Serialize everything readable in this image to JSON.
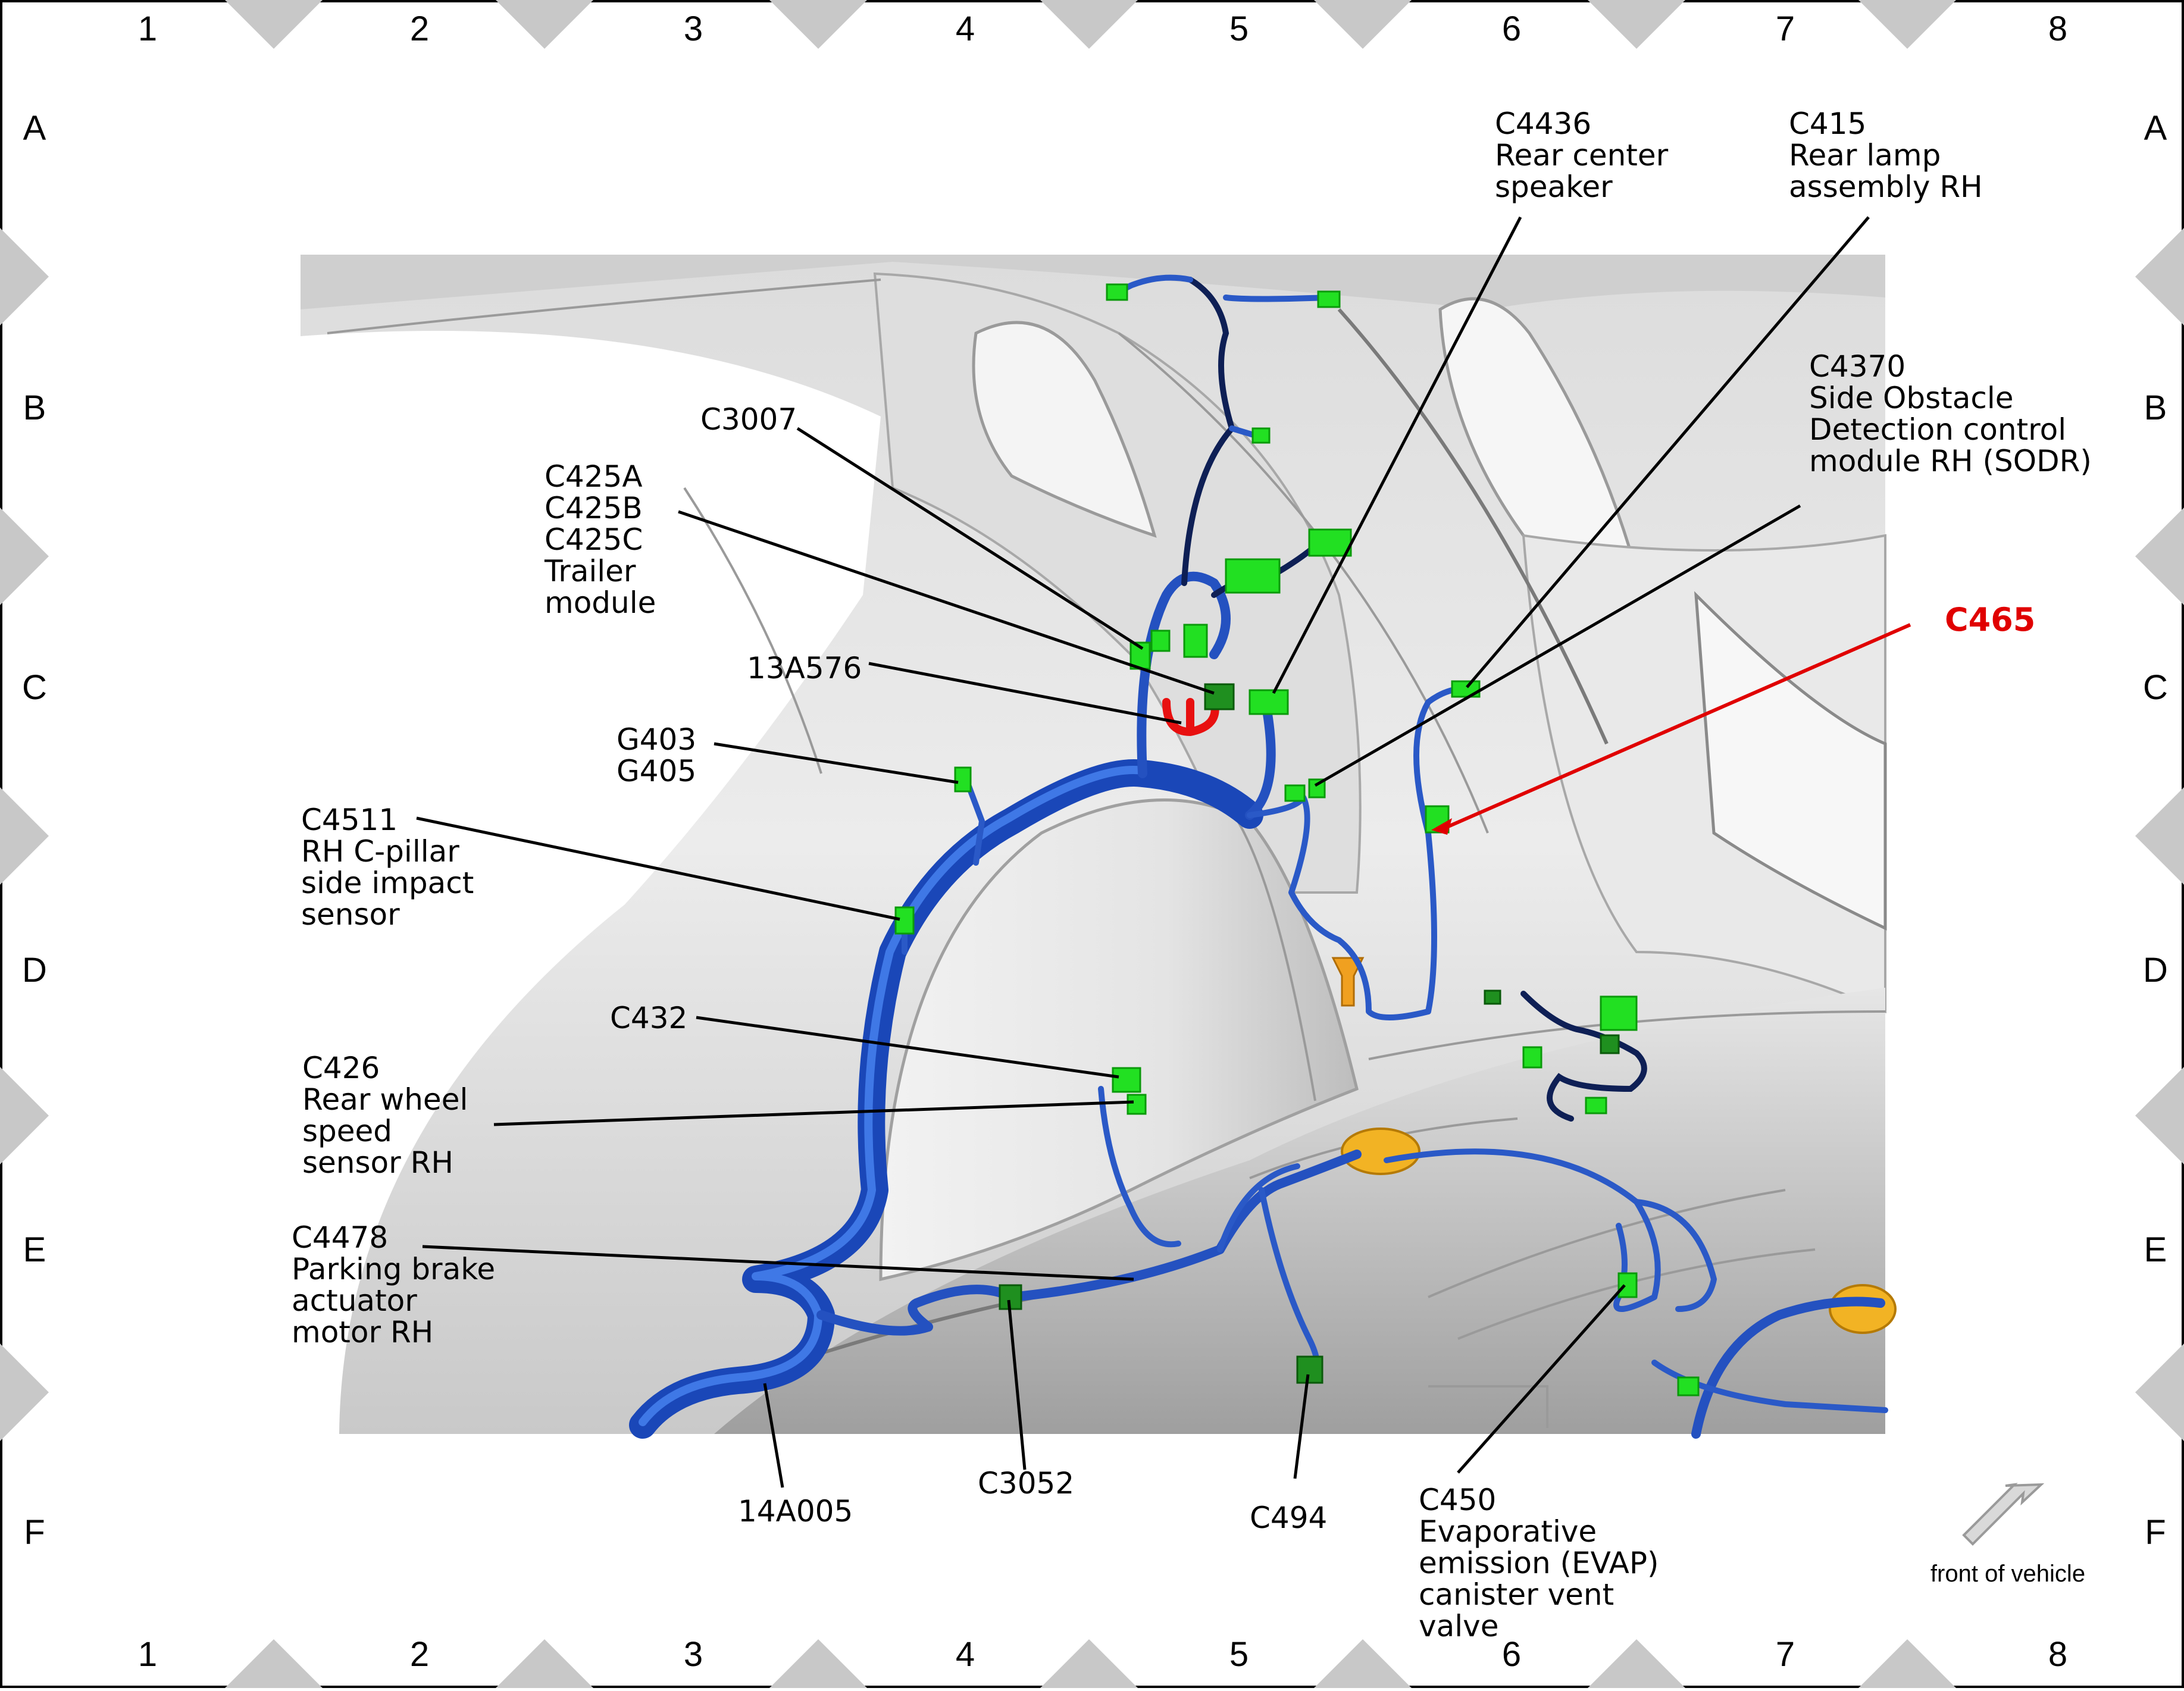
{
  "grid": {
    "columns": [
      "1",
      "2",
      "3",
      "4",
      "5",
      "6",
      "7",
      "8"
    ],
    "rows": [
      "A",
      "B",
      "C",
      "D",
      "E",
      "F"
    ]
  },
  "callouts": {
    "c4436": [
      "C4436",
      "Rear center",
      "speaker"
    ],
    "c415": [
      "C415",
      "Rear lamp",
      "assembly RH"
    ],
    "c4370": [
      "C4370",
      "Side Obstacle",
      "Detection control",
      "module RH (SODR)"
    ],
    "c3007": [
      "C3007"
    ],
    "c425": [
      "C425A",
      "C425B",
      "C425C",
      "Trailer",
      "module"
    ],
    "c13a576": [
      "13A576"
    ],
    "g403": [
      "G403",
      "G405"
    ],
    "c4511": [
      "C4511",
      "RH C-pillar",
      "side impact",
      "sensor"
    ],
    "c432": [
      "C432"
    ],
    "c426": [
      "C426",
      "Rear wheel",
      "speed",
      "sensor RH"
    ],
    "c4478": [
      "C4478",
      "Parking brake",
      "actuator",
      "motor RH"
    ],
    "c14a005": [
      "14A005"
    ],
    "c3052": [
      "C3052"
    ],
    "c494": [
      "C494"
    ],
    "c450": [
      "C450",
      "Evaporative",
      "emission (EVAP)",
      "canister vent",
      "valve"
    ],
    "c465": [
      "C465"
    ]
  },
  "front_of_vehicle": "front of vehicle",
  "colors": {
    "harness": "#1a47b8",
    "connector": "#22e022",
    "highlight": "#e00000",
    "body": "#d6d6d6"
  }
}
